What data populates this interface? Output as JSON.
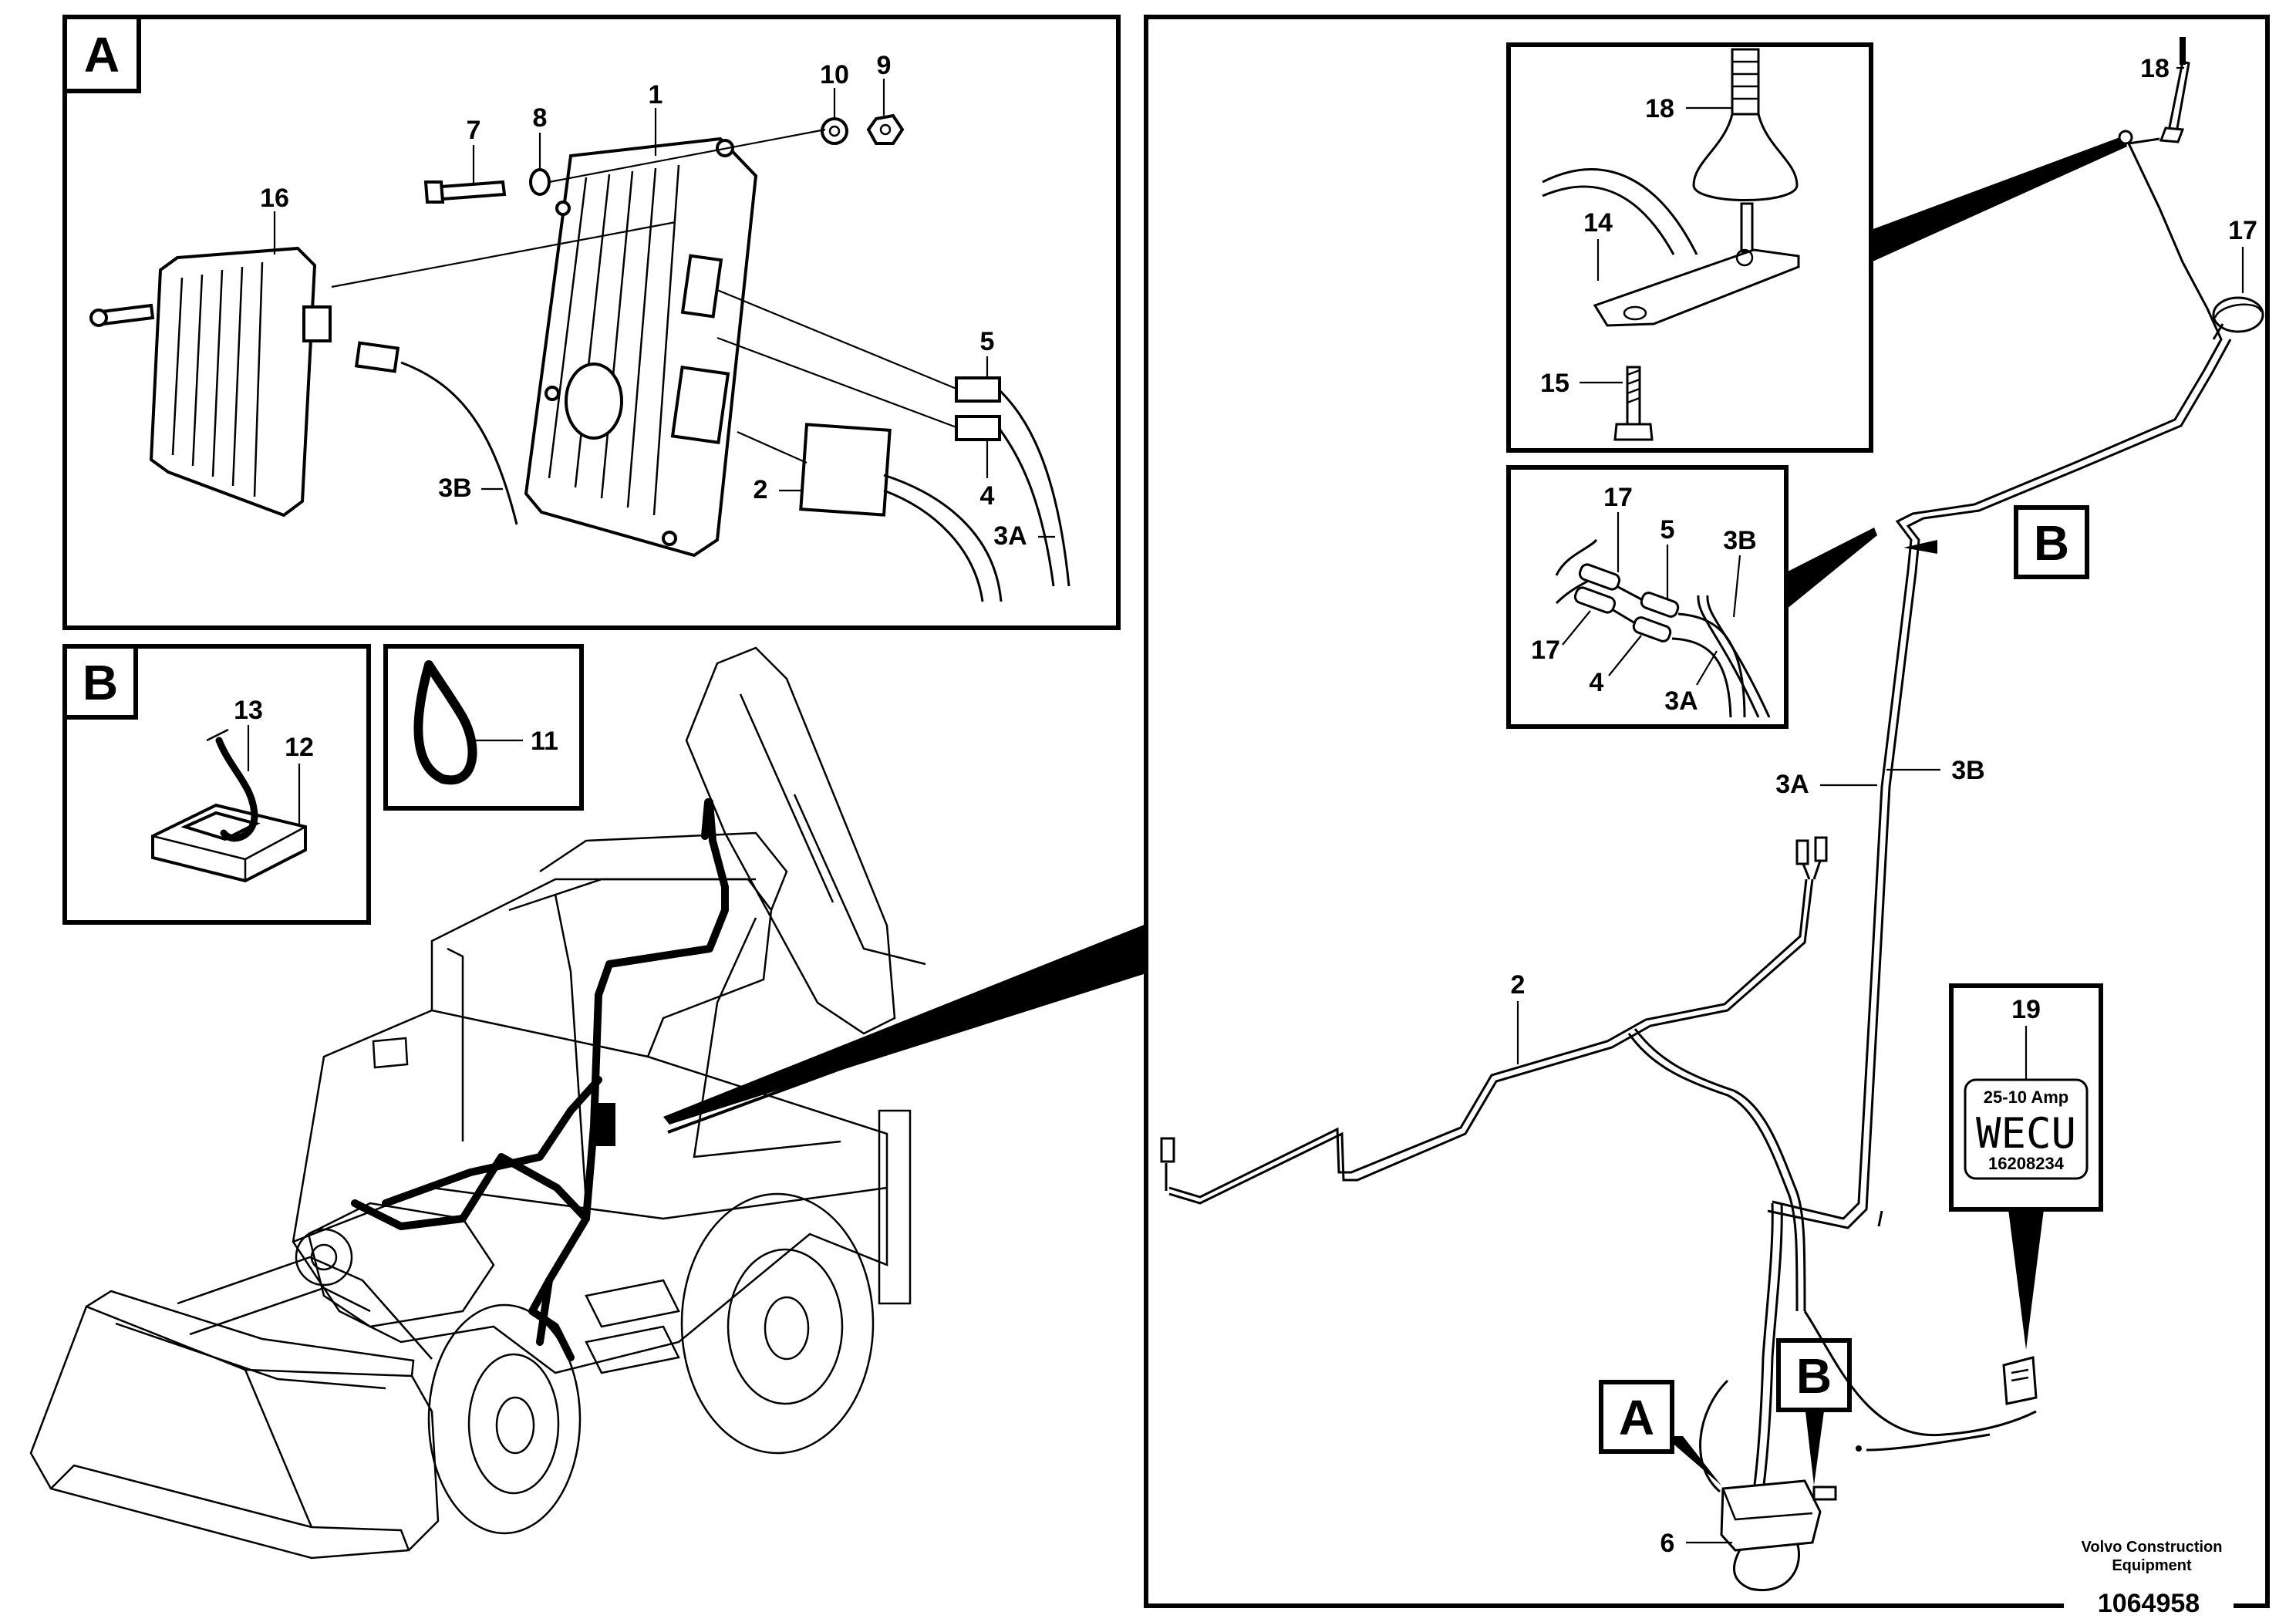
{
  "sections": {
    "A": "A",
    "B": "B"
  },
  "labels": {
    "p1": "1",
    "p2": "2",
    "p3A": "3A",
    "p3B": "3B",
    "p4": "4",
    "p5": "5",
    "p6": "6",
    "p7": "7",
    "p8": "8",
    "p9": "9",
    "p10": "10",
    "p11": "11",
    "p12": "12",
    "p13": "13",
    "p14": "14",
    "p15": "15",
    "p16": "16",
    "p17": "17",
    "p18": "18",
    "p19": "19"
  },
  "decal": {
    "rating": "25-10 Amp",
    "name": "WECU",
    "part_number": "16208234"
  },
  "footer": {
    "company_line1": "Volvo Construction",
    "company_line2": "Equipment",
    "doc_number": "1064958"
  }
}
